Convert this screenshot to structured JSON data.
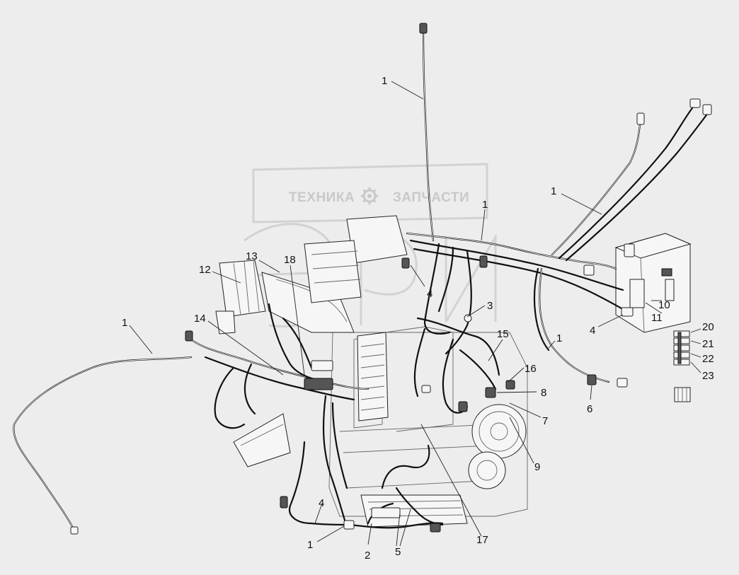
{
  "watermark": {
    "left_text": "ТЕХНИКА",
    "right_text": "ЗАПЧАСТИ",
    "emblem_icon": "gear-icon"
  },
  "colors": {
    "background": "#ededed",
    "line": "#111111",
    "watermark": "#d2d2d2"
  },
  "callouts": {
    "c1_top": "1",
    "c1_mid": "1",
    "c1_right": "1",
    "c1_left": "1",
    "c1_rightlow": "1",
    "c1_bottom": "1",
    "c2": "2",
    "c3": "3",
    "c4_top": "4",
    "c4_right": "4",
    "c4_bottom": "4",
    "c5": "5",
    "c6": "6",
    "c7": "7",
    "c8": "8",
    "c9": "9",
    "c10": "10",
    "c11": "11",
    "c12": "12",
    "c13": "13",
    "c14": "14",
    "c15": "15",
    "c16": "16",
    "c17": "17",
    "c18": "18",
    "c20": "20",
    "c21": "21",
    "c22": "22",
    "c23": "23"
  }
}
